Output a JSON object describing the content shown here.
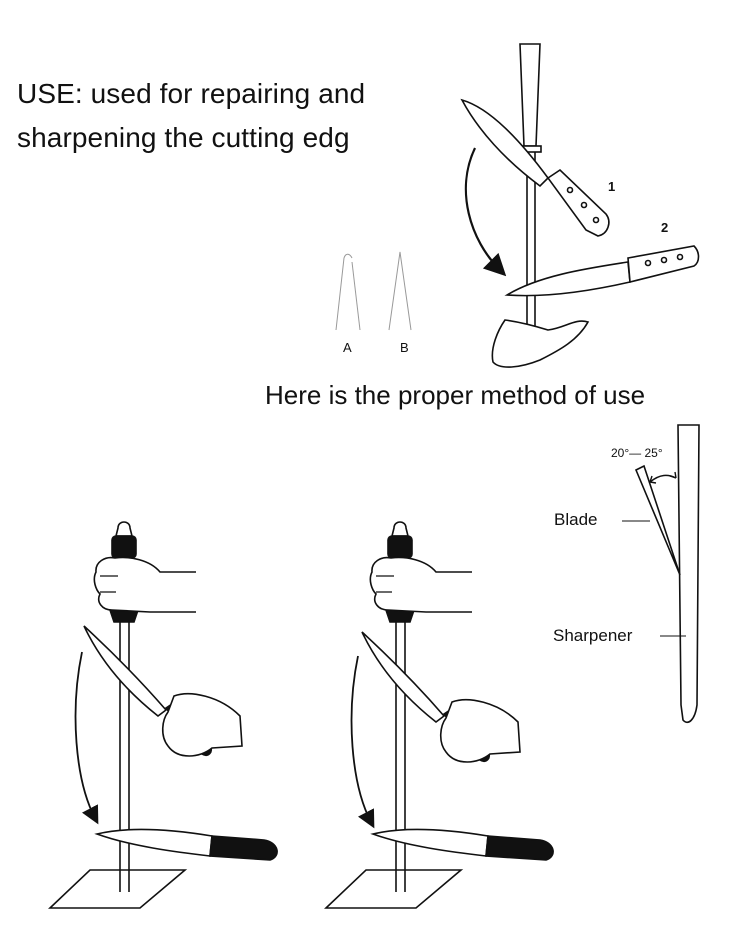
{
  "header": {
    "use_line1": "USE: used for repairing and",
    "use_line2": "sharpening the cutting edg"
  },
  "top_diagram": {
    "step1": "1",
    "step2": "2",
    "edge_a": "A",
    "edge_b": "B"
  },
  "method_title": "Here is the proper method of use",
  "angle_diagram": {
    "angle_text": "20°— 25°",
    "blade_label": "Blade",
    "sharpener_label": "Sharpener"
  }
}
